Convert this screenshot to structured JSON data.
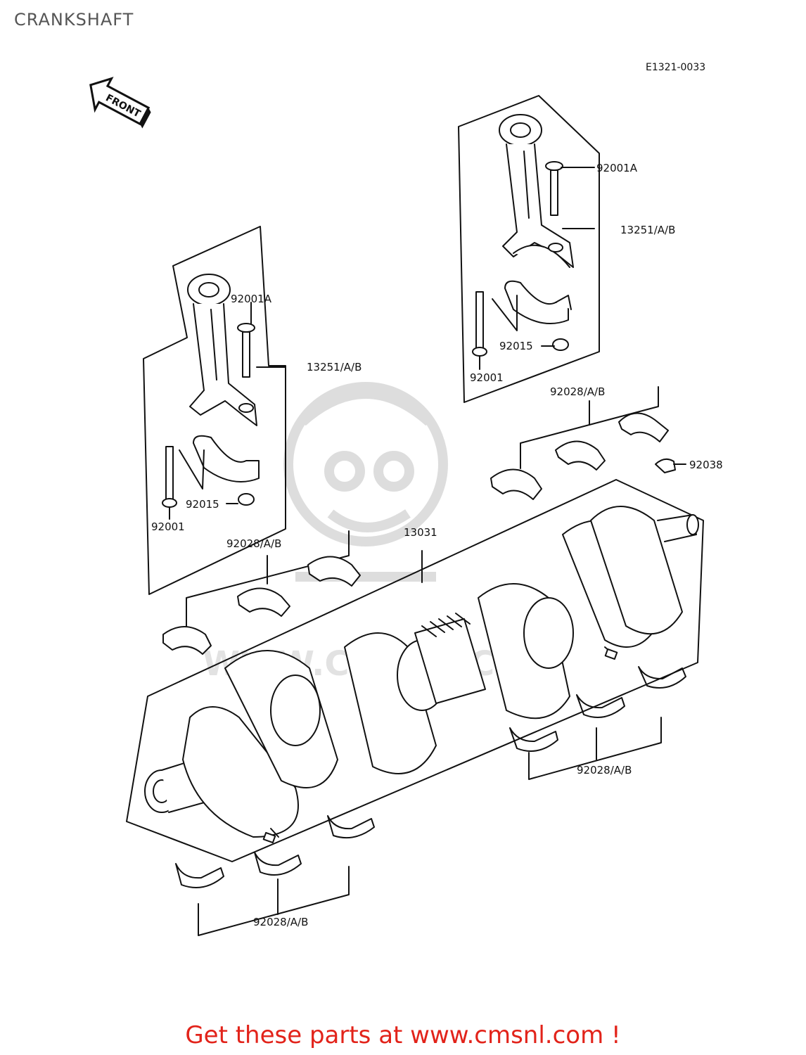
{
  "page": {
    "title": "CRANKSHAFT",
    "diagram_code": "E1321-0033",
    "front_label": "FRONT",
    "footer_link": "Get these parts at www.cmsnl.com !"
  },
  "watermark": {
    "text": "WWW.CMSNL.COM"
  },
  "callouts": {
    "rod_right_bolt": "92001A",
    "rod_right_rod": "13251/A/B",
    "rod_right_nut": "92015",
    "rod_right_bolt2": "92001",
    "rod_left_bolt": "92001A",
    "rod_left_rod": "13251/A/B",
    "rod_left_nut": "92015",
    "rod_left_bolt2": "92001",
    "bearing_top_right": "92028/A/B",
    "bearing_top_left": "92028/A/B",
    "bearing_bottom_right": "92028/A/B",
    "bearing_bottom_left": "92028/A/B",
    "key": "92038",
    "crankshaft": "13031"
  }
}
